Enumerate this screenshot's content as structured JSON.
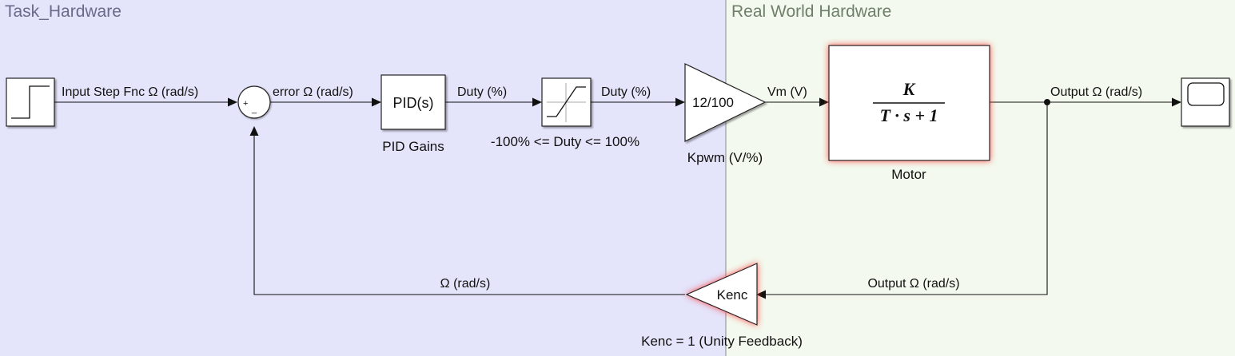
{
  "areas": {
    "left": {
      "title": "Task_Hardware",
      "color": "#e4e4fb"
    },
    "right": {
      "title": "Real World Hardware",
      "color": "#f3f9ee"
    }
  },
  "blocks": {
    "step": {
      "name": ""
    },
    "sum": {
      "plus": "+",
      "minus": "_"
    },
    "pid": {
      "text": "PID(s)",
      "name": "PID Gains"
    },
    "saturation": {
      "name": "-100% <= Duty <= 100%"
    },
    "kpwm": {
      "text": "12/100",
      "name": "Kpwm (V/%)"
    },
    "motor": {
      "num": "K",
      "den": "T · s + 1",
      "name": "Motor"
    },
    "scope": {
      "name": ""
    },
    "kenc": {
      "text": "Kenc",
      "name": "Kenc = 1 (Unity Feedback)"
    }
  },
  "signals": {
    "input": "Input Step Fnc Ω (rad/s)",
    "error": "error Ω (rad/s)",
    "duty1": "Duty (%)",
    "duty2": "Duty (%)",
    "vm": "Vm (V)",
    "output": "Output Ω (rad/s)",
    "output_feedback": "Output Ω (rad/s)",
    "feedback": "Ω (rad/s)"
  },
  "colors": {
    "highlight": "#ff3030",
    "line": "#111111"
  }
}
